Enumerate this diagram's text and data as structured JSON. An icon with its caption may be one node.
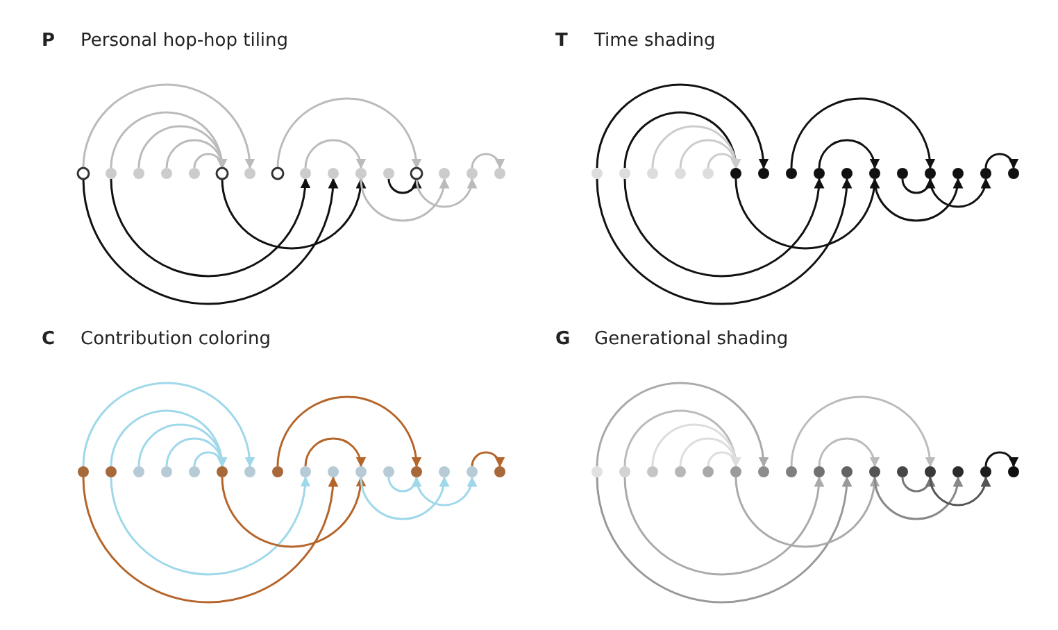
{
  "diagram": {
    "nodes": [
      {
        "text": [],
        "shape": "circle"
      },
      {
        "text": [],
        "shape": "circle"
      },
      {
        "text": [],
        "shape": "circle"
      },
      {
        "text": [],
        "shape": "circle"
      },
      {
        "text": [],
        "shape": "circle"
      },
      {
        "text": [],
        "shape": "circle"
      },
      {
        "text": [],
        "shape": "circle"
      },
      {
        "text": [],
        "shape": "circle"
      },
      {
        "text": [],
        "shape": "circle"
      },
      {
        "text": [],
        "shape": "circle"
      },
      {
        "text": [],
        "shape": "circle"
      },
      {
        "text": [],
        "shape": "circle"
      },
      {
        "text": [],
        "shape": "circle"
      },
      {
        "text": [],
        "shape": "circle"
      },
      {
        "text": [],
        "shape": "circle"
      },
      {
        "text": [],
        "shape": "circle"
      },
      {
        "text": [],
        "shape": "circle"
      },
      {
        "text": [],
        "shape": "circle"
      },
      {
        "text": [],
        "shape": "circle"
      },
      {
        "text": [],
        "shape": "circle"
      },
      {
        "text": [],
        "shape": "circle"
      },
      {
        "text": [],
        "shape": "circle"
      },
      {
        "text": [],
        "shape": "circle"
      },
      {
        "text": [],
        "shape": "circle"
      },
      {
        "text": [],
        "shape": "circle"
      },
      {
        "text": [],
        "shape": "circle"
      },
      {
        "text": [],
        "shape": "circle"
      },
      {
        "text": [],
        "shape": "circle"
      },
      {
        "text": [],
        "shape": "circle"
      },
      {
        "text": [],
        "shape": "circle"
      },
      {
        "text": [],
        "shape": "circle"
      },
      {
        "text": [],
        "shape": "circle"
      },
      {
        "text": [],
        "shape": "circle"
      },
      {
        "text": [],
        "shape": "circle"
      },
      {
        "text": [],
        "shape": "circle"
      },
      {
        "text": [],
        "shape": "circle"
      },
      {
        "text": [],
        "shape": "circle"
      },
      {
        "text": [],
        "shape": "circle"
      },
      {
        "text": [],
        "shape": "circle"
      },
      {
        "text": [],
        "shape": "circle"
      },
      {
        "text": [],
        "shape": "circle"
      },
      {
        "text": [],
        "shape": "circle"
      },
      {
        "text": [],
        "shape": "circle"
      },
      {
        "text": [],
        "shape": "circle"
      },
      {
        "text": [],
        "shape": "circle"
      },
      {
        "text": [],
        "shape": "circle"
      },
      {
        "text": [],
        "shape": "circle"
      },
      {
        "text": [],
        "shape": "circle"
      },
      {
        "text": [],
        "shape": "circle"
      },
      {
        "text": [],
        "shape": "circle"
      },
      {
        "text": [],
        "shape": "circle"
      },
      {
        "text": [],
        "shape": "circle"
      },
      {
        "text": [],
        "shape": "circle"
      },
      {
        "text": [],
        "shape": "circle"
      },
      {
        "text": [],
        "shape": "circle"
      },
      {
        "text": [],
        "shape": "circle"
      },
      {
        "text": [],
        "shape": "circle"
      },
      {
        "text": [],
        "shape": "circle"
      },
      {
        "text": [],
        "shape": "circle"
      },
      {
        "text": [],
        "shape": "circle"
      },
      {
        "text": [],
        "shape": "circle"
      },
      {
        "text": [],
        "shape": "circle"
      },
      {
        "text": [],
        "shape": "circle"
      },
      {
        "text": [],
        "shape": "circle"
      }
    ],
    "edges": [
      {
        "from": 0,
        "to": 6,
        "arrow": "to",
        "color": "#bbbbbb"
      },
      {
        "from": 1,
        "to": 5,
        "arrow": "to",
        "color": "#bbbbbb"
      },
      {
        "from": 2,
        "to": 5,
        "arrow": "to",
        "color": "#bbbbbb"
      },
      {
        "from": 3,
        "to": 5,
        "arrow": "to",
        "color": "#bbbbbb"
      },
      {
        "from": 4,
        "to": 5,
        "arrow": "to",
        "color": "#bbbbbb"
      },
      {
        "from": 0,
        "to": 9,
        "arrow": "to"
      },
      {
        "from": 1,
        "to": 8,
        "arrow": "to"
      },
      {
        "from": 5,
        "to": 10,
        "arrow": "to"
      },
      {
        "from": 7,
        "to": 12,
        "arrow": "to",
        "color": "#bbbbbb"
      },
      {
        "from": 8,
        "to": 10,
        "arrow": "to",
        "color": "#bbbbbb"
      },
      {
        "from": 10,
        "to": 13,
        "arrow": "to",
        "color": "#bbbbbb"
      },
      {
        "from": 11,
        "to": 12,
        "arrow": "to"
      },
      {
        "from": 12,
        "to": 14,
        "arrow": "to",
        "color": "#bbbbbb"
      },
      {
        "from": 14,
        "to": 15,
        "arrow": "to",
        "color": "#bbbbbb"
      },
      {
        "from": 16,
        "to": 22,
        "arrow": "to"
      },
      {
        "from": 17,
        "to": 21,
        "arrow": "to"
      },
      {
        "from": 18,
        "to": 21,
        "arrow": "to",
        "color": "#cccccc"
      },
      {
        "from": 19,
        "to": 21,
        "arrow": "to",
        "color": "#cccccc"
      },
      {
        "from": 20,
        "to": 21,
        "arrow": "to",
        "color": "#cccccc"
      },
      {
        "from": 16,
        "to": 25,
        "arrow": "to"
      },
      {
        "from": 17,
        "to": 24,
        "arrow": "to"
      },
      {
        "from": 21,
        "to": 26,
        "arrow": "to"
      },
      {
        "from": 23,
        "to": 28,
        "arrow": "to"
      },
      {
        "from": 24,
        "to": 26,
        "arrow": "to"
      },
      {
        "from": 26,
        "to": 29,
        "arrow": "to"
      },
      {
        "from": 27,
        "to": 28,
        "arrow": "to"
      },
      {
        "from": 28,
        "to": 30,
        "arrow": "to"
      },
      {
        "from": 30,
        "to": 31,
        "arrow": "to"
      },
      {
        "from": 32,
        "to": 38,
        "arrow": "to",
        "color": "#9fd8ea"
      },
      {
        "from": 33,
        "to": 37,
        "arrow": "to",
        "color": "#9fd8ea"
      },
      {
        "from": 34,
        "to": 37,
        "arrow": "to",
        "color": "#9fd8ea"
      },
      {
        "from": 35,
        "to": 37,
        "arrow": "to",
        "color": "#9fd8ea"
      },
      {
        "from": 36,
        "to": 37,
        "arrow": "to",
        "color": "#9fd8ea"
      },
      {
        "from": 32,
        "to": 41,
        "arrow": "to",
        "color": "#b5652a"
      },
      {
        "from": 33,
        "to": 40,
        "arrow": "to",
        "color": "#9fd8ea"
      },
      {
        "from": 37,
        "to": 42,
        "arrow": "to",
        "color": "#b5652a"
      },
      {
        "from": 39,
        "to": 44,
        "arrow": "to",
        "color": "#b5652a"
      },
      {
        "from": 40,
        "to": 42,
        "arrow": "to",
        "color": "#b5652a"
      },
      {
        "from": 42,
        "to": 45,
        "arrow": "to",
        "color": "#9fd8ea"
      },
      {
        "from": 43,
        "to": 44,
        "arrow": "to",
        "color": "#9fd8ea"
      },
      {
        "from": 44,
        "to": 46,
        "arrow": "to",
        "color": "#9fd8ea"
      },
      {
        "from": 46,
        "to": 47,
        "arrow": "to",
        "color": "#b5652a"
      },
      {
        "from": 48,
        "to": 54,
        "arrow": "to",
        "color": "#aaaaaa"
      },
      {
        "from": 49,
        "to": 53,
        "arrow": "to",
        "color": "#bbbbbb"
      },
      {
        "from": 50,
        "to": 53,
        "arrow": "to",
        "color": "#dddddd"
      },
      {
        "from": 51,
        "to": 53,
        "arrow": "to",
        "color": "#dddddd"
      },
      {
        "from": 52,
        "to": 53,
        "arrow": "to",
        "color": "#dddddd"
      },
      {
        "from": 48,
        "to": 57,
        "arrow": "to",
        "color": "#999999"
      },
      {
        "from": 49,
        "to": 56,
        "arrow": "to",
        "color": "#aaaaaa"
      },
      {
        "from": 53,
        "to": 58,
        "arrow": "to",
        "color": "#aaaaaa"
      },
      {
        "from": 55,
        "to": 60,
        "arrow": "to",
        "color": "#bbbbbb"
      },
      {
        "from": 56,
        "to": 58,
        "arrow": "to",
        "color": "#bbbbbb"
      },
      {
        "from": 58,
        "to": 61,
        "arrow": "to",
        "color": "#888888"
      },
      {
        "from": 59,
        "to": 60,
        "arrow": "to",
        "color": "#777777"
      },
      {
        "from": 60,
        "to": 62,
        "arrow": "to",
        "color": "#555555"
      },
      {
        "from": 62,
        "to": 63,
        "arrow": "to"
      }
    ],
    "labels": [
      "P",
      "Personal hop-hop tiling",
      "T",
      "Time shading",
      "C",
      "Contribution coloring",
      "G",
      "Generational shading"
    ]
  }
}
